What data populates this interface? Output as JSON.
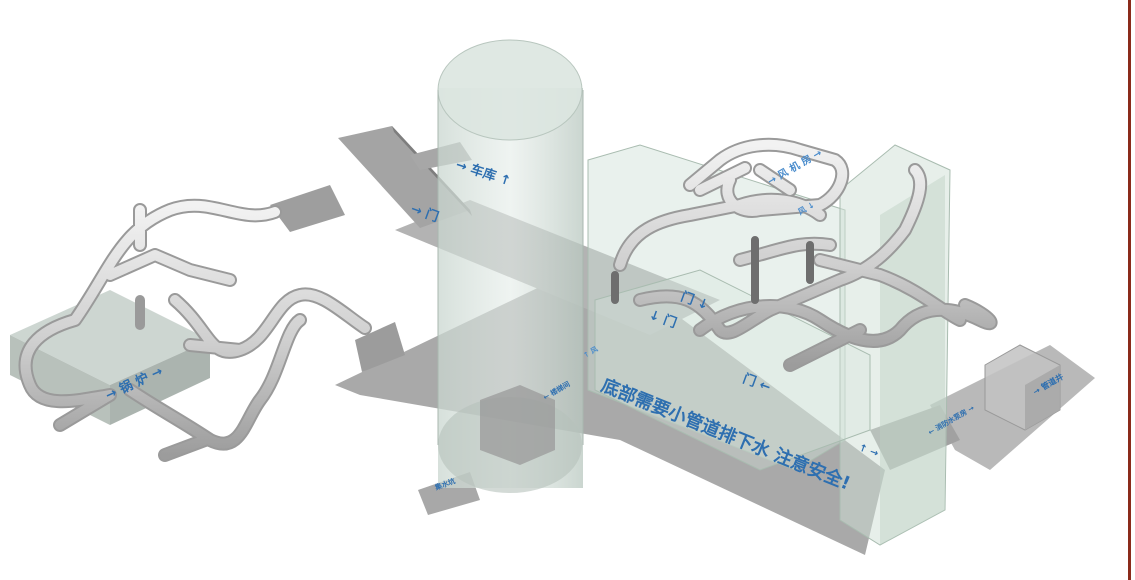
{
  "labels": {
    "top_arrow": "→ 车库 ↑",
    "door_upper_left": "→ 门",
    "left_box": "→ 锅 炉 →",
    "fan_room": "→ 风 机 房 →",
    "door_center": "门 ↓",
    "door_center2": "↓ 门",
    "door_right": "门 ←",
    "left_small": "← 楼梯间",
    "main_banner": "底部需要小管道排下水 注意安全!",
    "right_small1": "← 消防水泵房 →",
    "right_small2": "→ 管道井",
    "bottom_left": "集水坑",
    "right_arrow": "↑ →",
    "top_right_small": "↑ 风",
    "top_right_small2": "风 ↓"
  },
  "colors": {
    "slab": "#a9a9a9",
    "slab_dark": "#8f8f8f",
    "glass": "#cfe0d6",
    "glass_edge": "#a9bcb0",
    "pipe": "#d8d8d8",
    "pipe_shadow": "#9a9a9a",
    "label": "#2e6fb0",
    "edge": "#8a2a1a"
  }
}
